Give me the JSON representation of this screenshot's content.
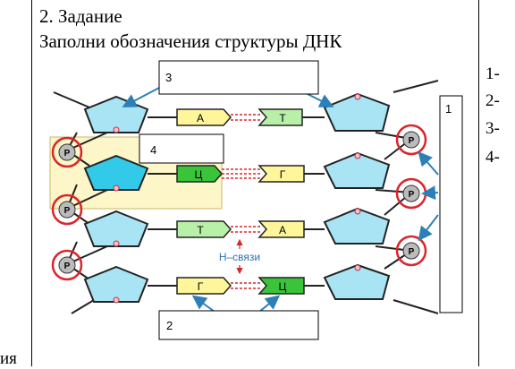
{
  "header": {
    "task_title": "2. Задание",
    "task_text": "Заполни обозначения структуры ДНК"
  },
  "labels": {
    "box1": "1",
    "box2": "2",
    "box3": "3",
    "box4": "4"
  },
  "bases": {
    "row1": [
      "А",
      "Т"
    ],
    "row2": [
      "Ц",
      "Г"
    ],
    "row3": [
      "Т",
      "А"
    ],
    "row4": [
      "Г",
      "Ц"
    ]
  },
  "phosphate_symbol": "P",
  "bond_label": "Н–связи",
  "answer_list": [
    "1-",
    "2-",
    "3-",
    "4-"
  ],
  "bottom_fragment": "ия",
  "colors": {
    "sugar": "#a9e4f5",
    "sugar_highlight": "#33c9e8",
    "base_yellow": "#fff59a",
    "base_green": "#b9f0a8",
    "base_dark_green": "#39c439",
    "highlight_box": "#fdf6c8",
    "phosphate_ring": "#d9262b",
    "arrow": "#2d7fb8"
  }
}
